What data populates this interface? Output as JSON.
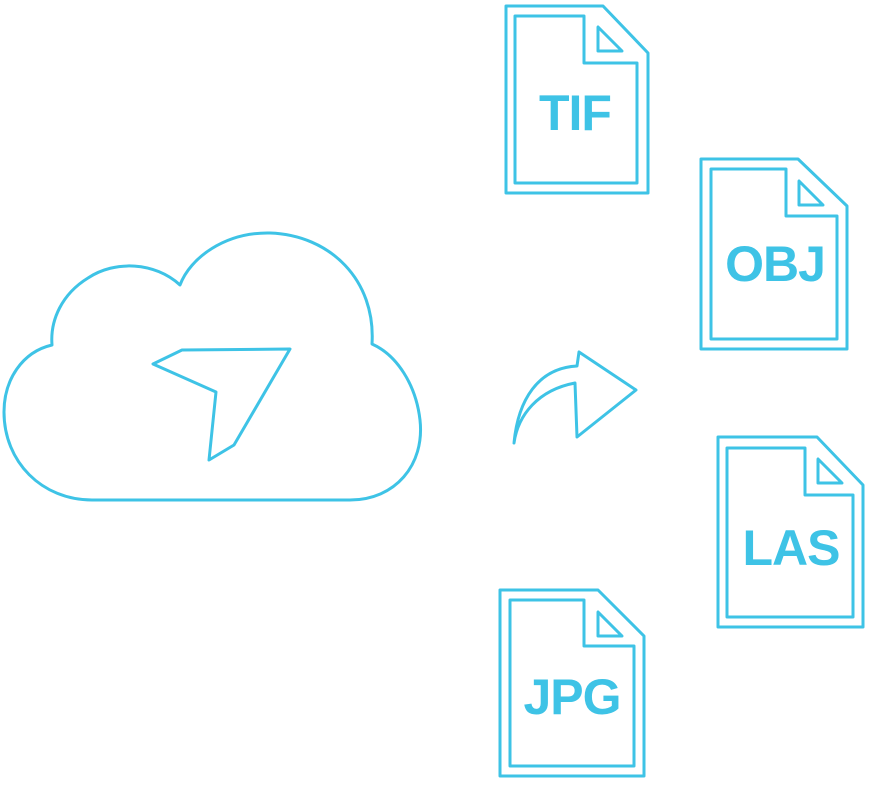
{
  "diagram": {
    "accent_color": "#3ec3e6",
    "source": {
      "icon": "cloud-navigation-icon"
    },
    "arrow": {
      "icon": "export-arrow-icon"
    },
    "files": [
      {
        "icon": "file-icon",
        "label": "TIF"
      },
      {
        "icon": "file-icon",
        "label": "OBJ"
      },
      {
        "icon": "file-icon",
        "label": "LAS"
      },
      {
        "icon": "file-icon",
        "label": "JPG"
      }
    ]
  }
}
